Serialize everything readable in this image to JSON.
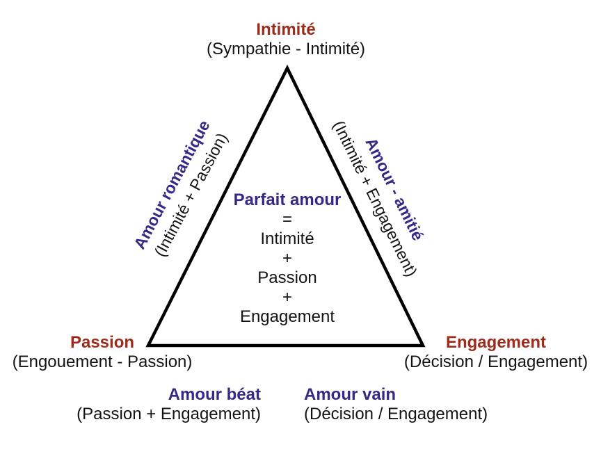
{
  "colors": {
    "title_red": "#9E2B1B",
    "love_purple": "#352988",
    "text_black": "#141414",
    "triangle_stroke": "#000000",
    "background": "#FFFFFF"
  },
  "apex": {
    "title": "Intimité",
    "subtitle": "(Sympathie - Intimité)"
  },
  "left_vertex": {
    "title": "Passion",
    "subtitle": "(Engouement - Passion)"
  },
  "right_vertex": {
    "title": "Engagement",
    "subtitle": "(Décision / Engagement)"
  },
  "left_edge": {
    "title": "Amour romantique",
    "subtitle": "(Intimité + Passion)"
  },
  "right_edge": {
    "title": "Amour - amitié",
    "subtitle": "(Intimité + Engagement)"
  },
  "bottom_left": {
    "title": "Amour béat",
    "subtitle": "(Passion + Engagement)"
  },
  "bottom_right": {
    "title": "Amour vain",
    "subtitle": "(Décision / Engagement)"
  },
  "center": {
    "title": "Parfait amour",
    "lines": [
      "=",
      "Intimité",
      "+",
      "Passion",
      "+",
      "Engagement"
    ]
  }
}
